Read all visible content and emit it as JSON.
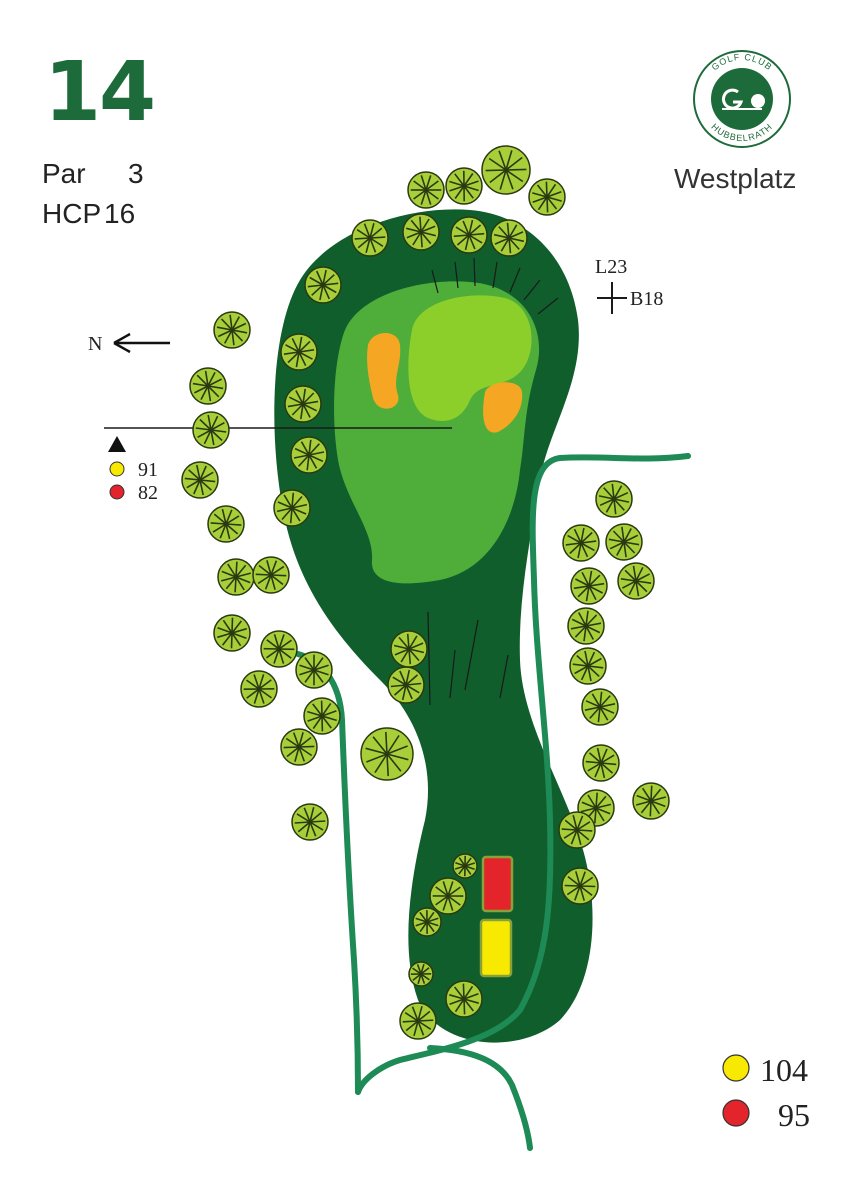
{
  "hole": {
    "number": "14",
    "par_label": "Par",
    "par_value": "3",
    "hcp_label": "HCP",
    "hcp_value": "16"
  },
  "course": {
    "name": "Westplatz"
  },
  "logo": {
    "text_top": "GOLF CLUB",
    "text_bottom": "HUBBELRATH",
    "color": "#1d6b3a"
  },
  "compass": {
    "label": "N"
  },
  "markers": {
    "left": "L23",
    "back": "B18"
  },
  "reference_distances": [
    {
      "tee": "yellow",
      "color": "#f7ea00",
      "value": "91"
    },
    {
      "tee": "red",
      "color": "#e3242b",
      "value": "82"
    }
  ],
  "tee_distances": [
    {
      "tee": "yellow",
      "color": "#f7ea00",
      "value": "104"
    },
    {
      "tee": "red",
      "color": "#e3242b",
      "value": "95"
    }
  ],
  "colors": {
    "rough": "#0f5e2c",
    "fairway": "#4fad3a",
    "green": "#8ccf2b",
    "bunker": "#f5a623",
    "path": "#1e8a55",
    "tree": "#a8cf3a"
  }
}
